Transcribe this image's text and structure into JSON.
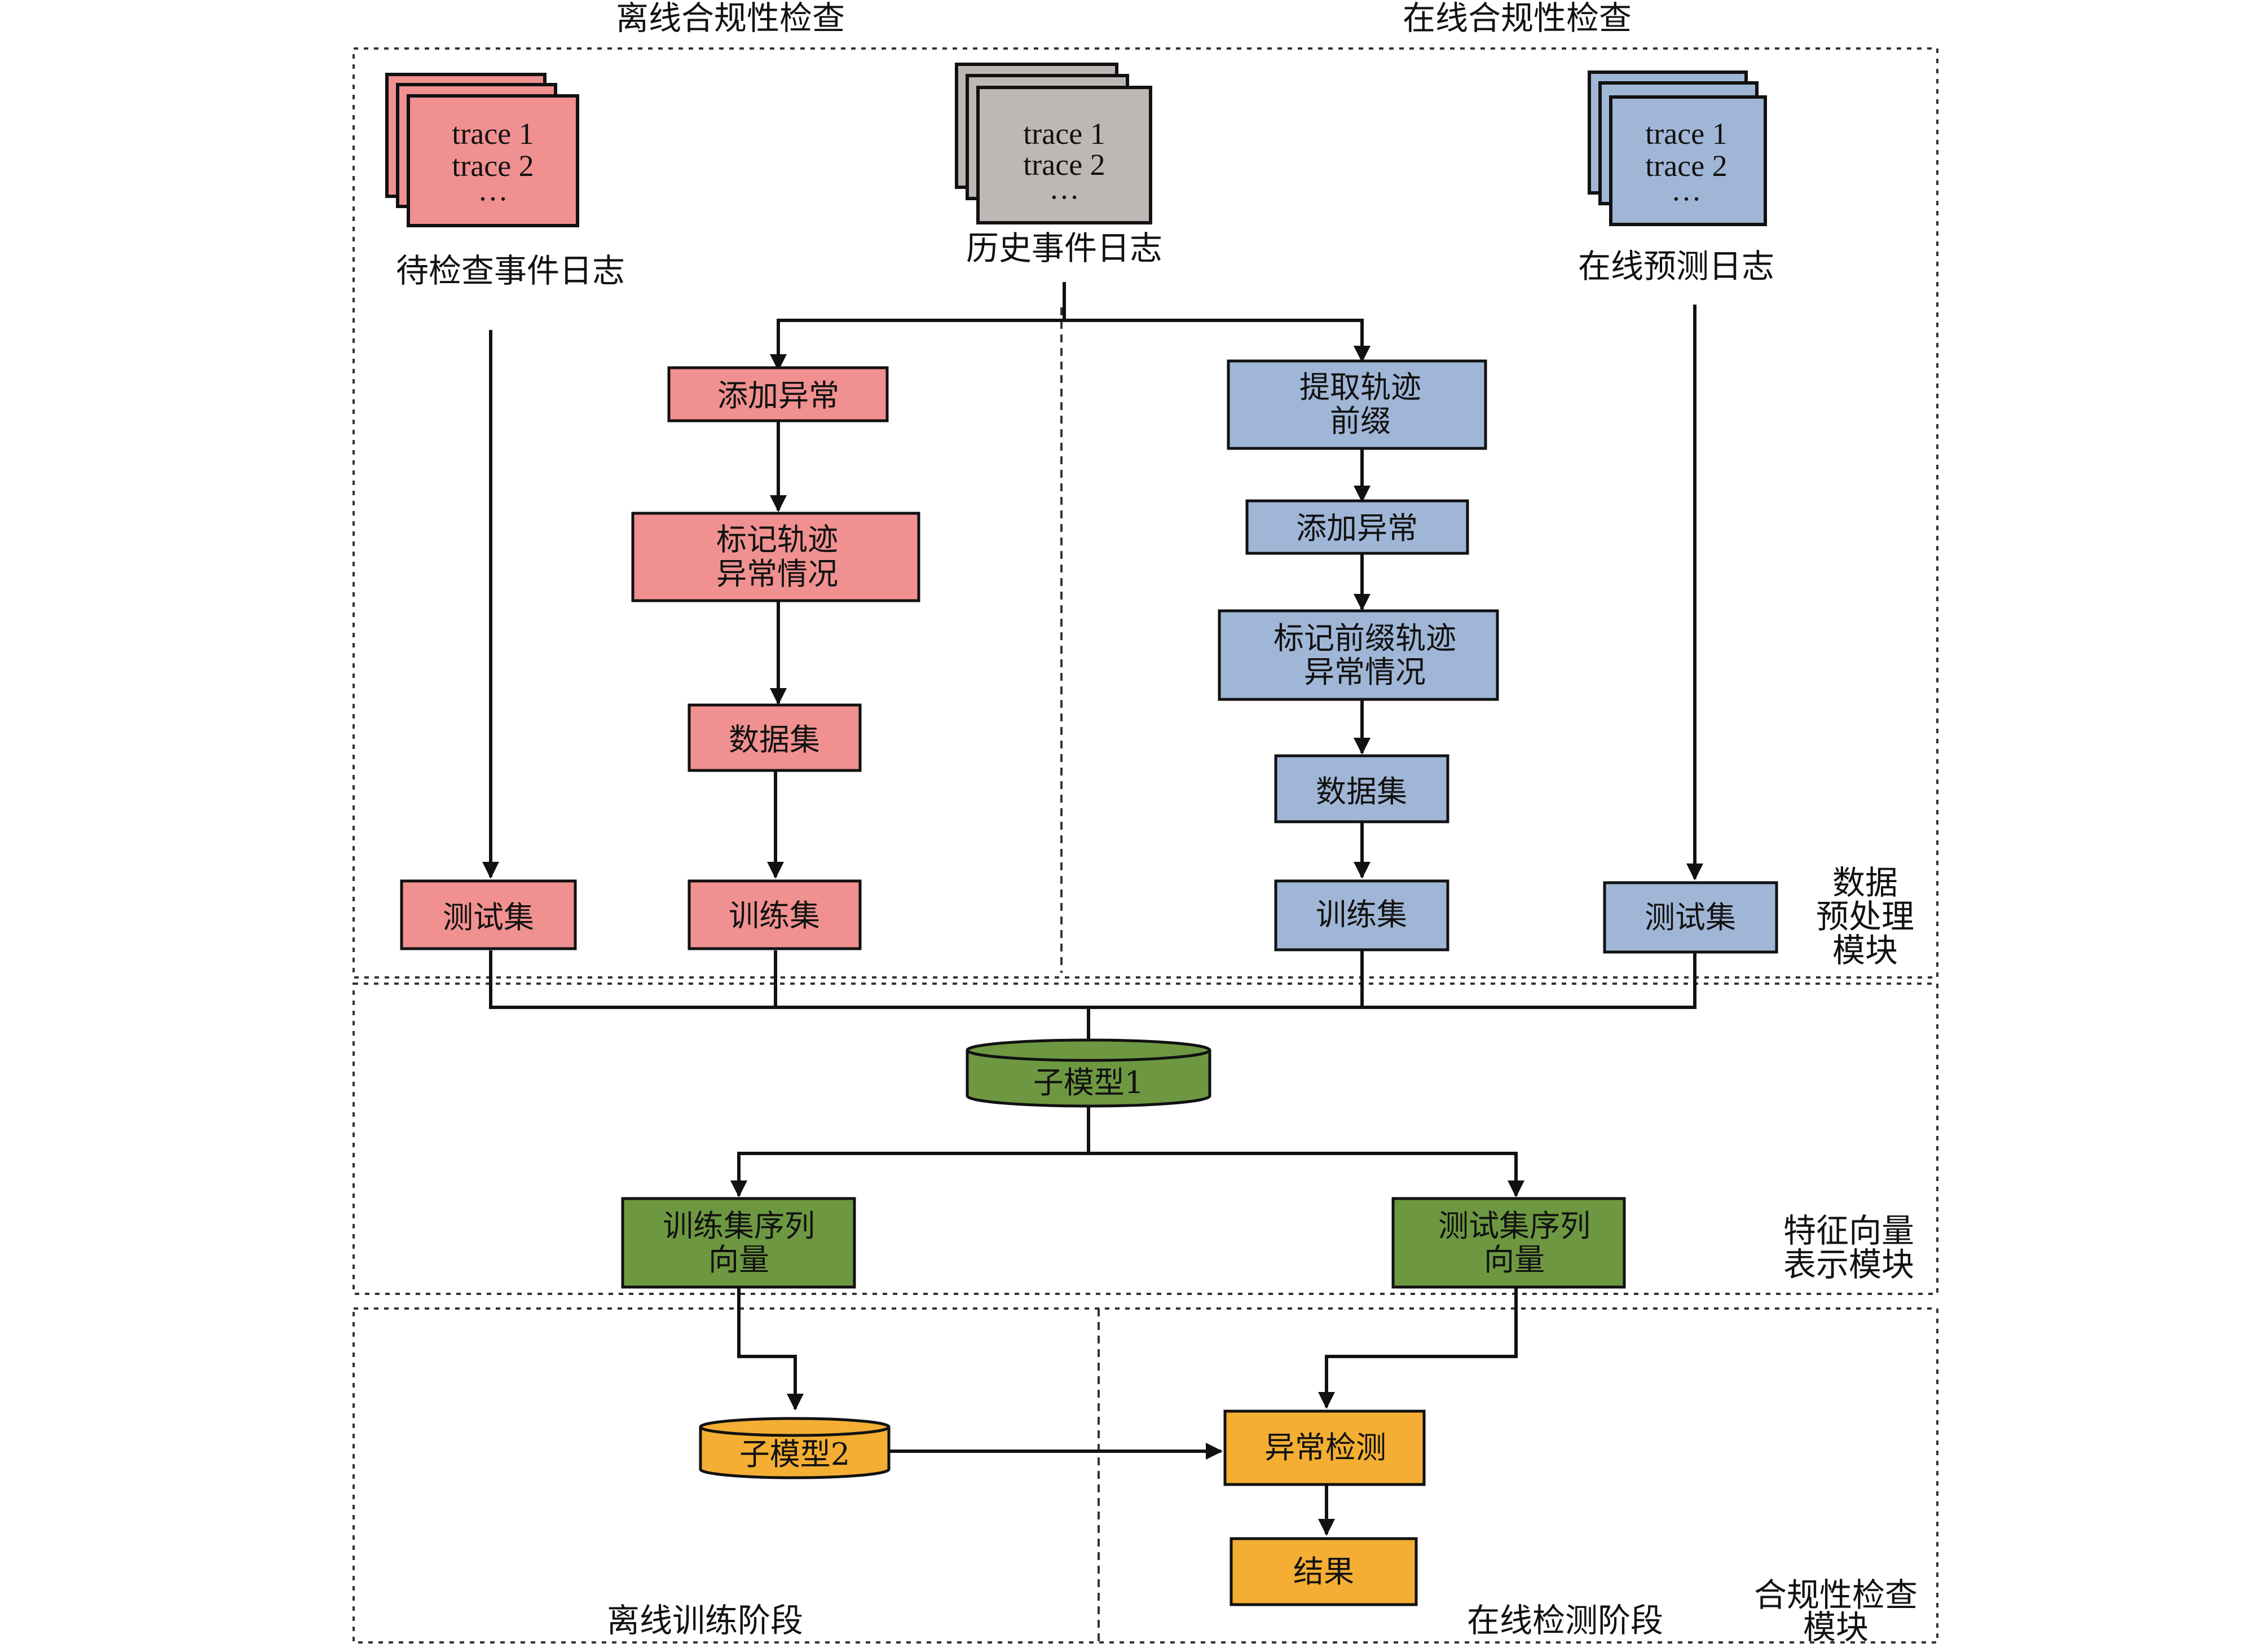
{
  "header": {
    "offline_title": "离线合规性检查",
    "online_title": "在线合规性检查"
  },
  "logs": {
    "pending": {
      "lines": [
        "trace 1",
        "trace 2",
        "…"
      ],
      "caption": "待检查事件日志"
    },
    "history": {
      "lines": [
        "trace 1",
        "trace 2",
        "…"
      ],
      "caption": "历史事件日志"
    },
    "online": {
      "lines": [
        "trace 1",
        "trace 2",
        "…"
      ],
      "caption": "在线预测日志"
    }
  },
  "offline_flow": {
    "add_anomaly": "添加异常",
    "mark_anomaly": [
      "标记轨迹",
      "异常情况"
    ],
    "dataset": "数据集",
    "train_set": "训练集",
    "test_set": "测试集"
  },
  "online_flow": {
    "extract_prefix": [
      "提取轨迹",
      "前缀"
    ],
    "add_anomaly": "添加异常",
    "mark_prefix": [
      "标记前缀轨迹",
      "异常情况"
    ],
    "dataset": "数据集",
    "train_set": "训练集",
    "test_set": "测试集"
  },
  "feature": {
    "submodel1": "子模型1",
    "train_vec": [
      "训练集序列",
      "向量"
    ],
    "test_vec": [
      "测试集序列",
      "向量"
    ]
  },
  "check": {
    "submodel2": "子模型2",
    "anomaly_detect": "异常检测",
    "result": "结果",
    "offline_stage": "离线训练阶段",
    "online_stage": "在线检测阶段"
  },
  "modules": {
    "preprocess": [
      "数据",
      "预处理",
      "模块"
    ],
    "feature": [
      "特征向量",
      "表示模块"
    ],
    "check": [
      "合规性检查",
      "模块"
    ]
  },
  "colors": {
    "red": "#f09090",
    "gray": "#bdb8b5",
    "blue": "#a0b6d6",
    "green": "#6d9841",
    "orange": "#f3ae33"
  }
}
